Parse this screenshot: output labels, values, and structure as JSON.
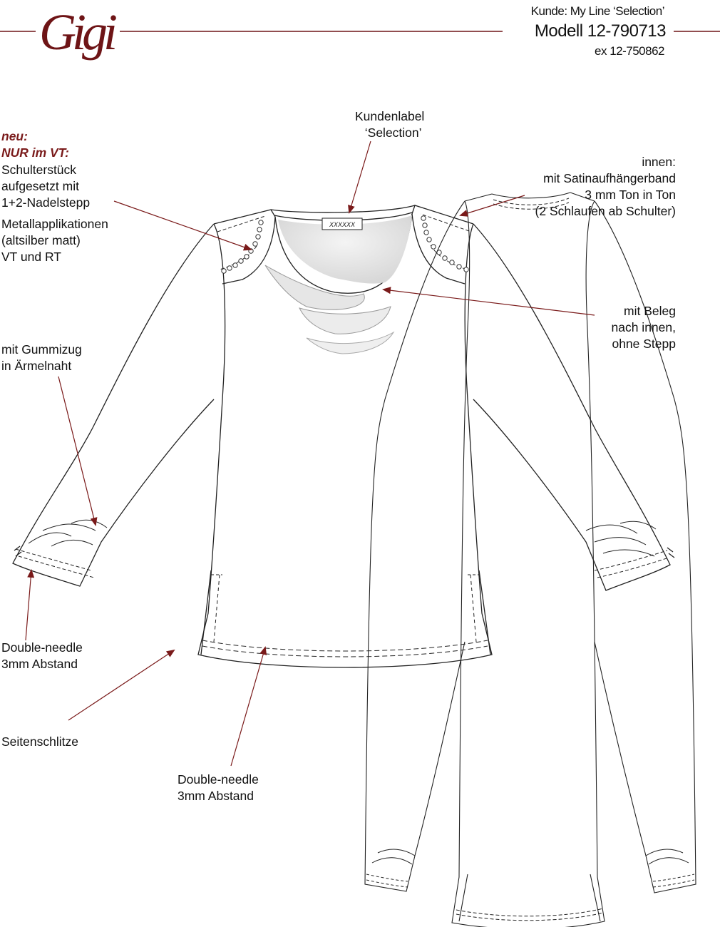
{
  "header": {
    "brand": "Gigi",
    "kunde": "Kunde: My Line ‘Selection’",
    "modell": "Modell 12-790713",
    "ex": "ex 12-750862"
  },
  "colors": {
    "accent": "#7a1a1a",
    "line": "#222222",
    "brand": "#6e1416"
  },
  "label_tag_text": "XXXXXX",
  "annotations": {
    "kundenlabel": [
      "Kundenlabel",
      "‘Selection’"
    ],
    "neu": [
      "neu:",
      "NUR im VT:"
    ],
    "schulter": [
      "Schulterstück",
      "aufgesetzt mit",
      "1+2-Nadelstepp"
    ],
    "metall": [
      "Metallapplikationen",
      "(altsilber matt)",
      "VT und RT"
    ],
    "innen": [
      "innen:",
      "mit Satinaufhängerband",
      "3 mm Ton in Ton",
      "(2 Schlaufen ab Schulter)"
    ],
    "beleg": [
      "mit Beleg",
      "nach innen,",
      "ohne Stepp"
    ],
    "gummizug": [
      "mit Gummizug",
      "in Ärmelnaht"
    ],
    "double_left": [
      "Double-needle",
      "3mm Abstand"
    ],
    "seitenschlitze": [
      "Seitenschlitze"
    ],
    "double_bottom": [
      "Double-needle",
      "3mm Abstand"
    ]
  }
}
